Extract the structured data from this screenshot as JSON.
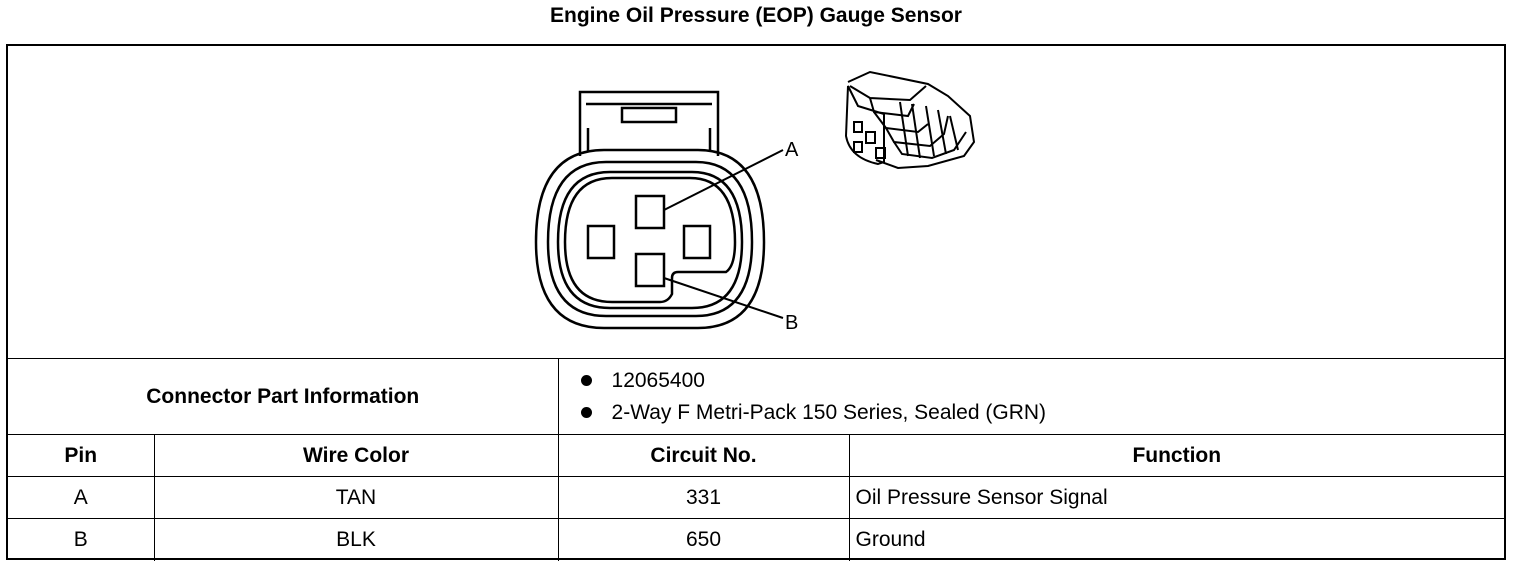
{
  "title": "Engine Oil Pressure (EOP) Gauge Sensor",
  "diagram": {
    "pin_labels": [
      "A",
      "B"
    ]
  },
  "connector_part_information": {
    "label": "Connector Part Information",
    "items": [
      "12065400",
      "2-Way F Metri-Pack 150 Series, Sealed (GRN)"
    ]
  },
  "pin_table": {
    "headers": [
      "Pin",
      "Wire Color",
      "Circuit No.",
      "Function"
    ],
    "rows": [
      [
        "A",
        "TAN",
        "331",
        "Oil Pressure Sensor Signal"
      ],
      [
        "B",
        "BLK",
        "650",
        "Ground"
      ]
    ]
  }
}
